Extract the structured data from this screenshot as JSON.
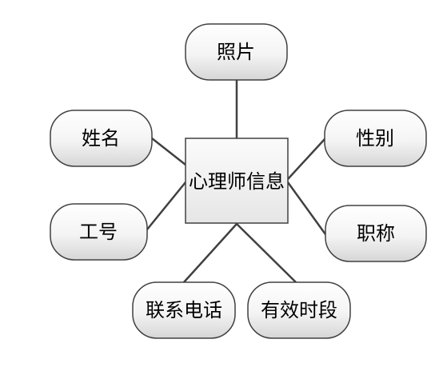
{
  "diagram": {
    "center": {
      "label": "心理师信息"
    },
    "attributes": [
      {
        "id": "photo",
        "label": "照片"
      },
      {
        "id": "name",
        "label": "姓名"
      },
      {
        "id": "gender",
        "label": "性别"
      },
      {
        "id": "jobno",
        "label": "工号"
      },
      {
        "id": "title",
        "label": "职称"
      },
      {
        "id": "phone",
        "label": "联系电话"
      },
      {
        "id": "period",
        "label": "有效时段"
      }
    ]
  }
}
